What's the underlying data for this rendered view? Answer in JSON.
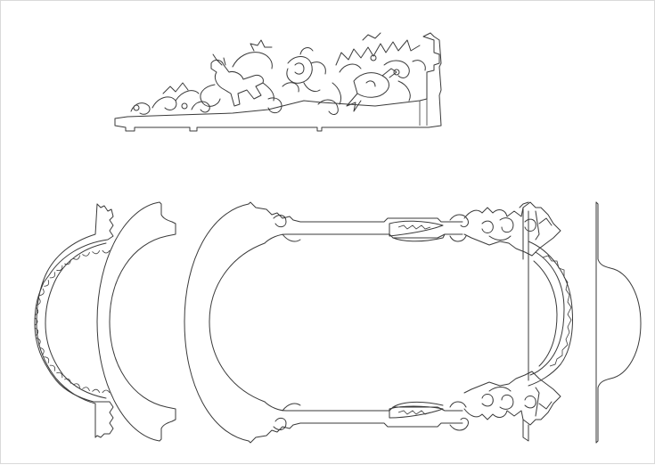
{
  "drawing": {
    "stroke_color": "#3a3a3a",
    "background_color": "#ffffff",
    "border_color": "#d9d9d9",
    "parts": [
      "carved-frieze-panel",
      "scalloped-arch-ring",
      "plain-arch-band",
      "large-arch-frame",
      "ornamented-arch-frame",
      "side-profile-piece"
    ]
  }
}
